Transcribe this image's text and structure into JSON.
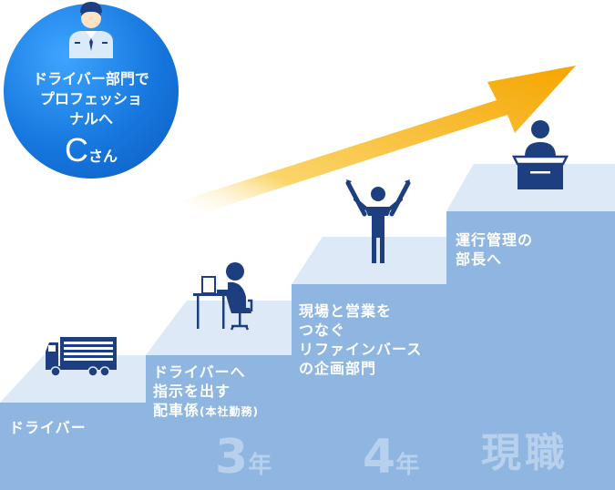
{
  "profile": {
    "title_lines": [
      "ドライバー部門で",
      "プロフェッショ",
      "ナルへ"
    ],
    "name_letter": "C",
    "name_suffix": "さん"
  },
  "steps": [
    {
      "label_lines": [
        "ドライバー"
      ],
      "icon": "truck-icon"
    },
    {
      "label_lines": [
        "ドライバーへ",
        "指示を出す"
      ],
      "label_last_main": "配車係",
      "label_last_small": "(本社勤務)",
      "year_number": "3",
      "year_unit": "年",
      "icon": "desk-worker-icon"
    },
    {
      "label_lines": [
        "現場と営業を",
        "つなぐ",
        "リファインバース",
        "の企画部門"
      ],
      "year_number": "4",
      "year_unit": "年",
      "icon": "person-with-pens-icon"
    },
    {
      "label_lines": [
        "運行管理の",
        "部長へ"
      ],
      "current": "現職",
      "icon": "manager-desk-icon"
    }
  ],
  "colors": {
    "step_top": "#dde9f7",
    "step_face": "#8fb6e1",
    "arrow": "#f5a500",
    "circle": "#1677de",
    "icon": "#1d3f7f"
  }
}
